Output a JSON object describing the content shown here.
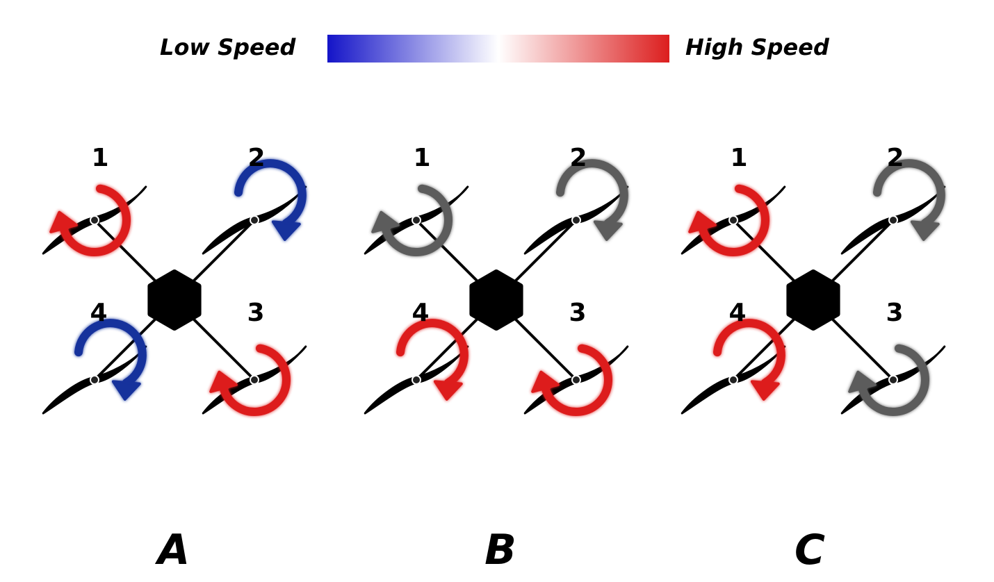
{
  "legend": {
    "low_label": "Low Speed",
    "high_label": "High Speed",
    "low_color": "#1414c8",
    "mid_color": "#ffffff",
    "high_color": "#dc1e1e"
  },
  "colors": {
    "high": "#dd1c1c",
    "low": "#13309c",
    "neutral": "#5c5c5c",
    "frame": "#000000"
  },
  "panels": [
    {
      "label": "A",
      "motors": [
        {
          "number": "1",
          "speed": "high",
          "spin": "ccw"
        },
        {
          "number": "2",
          "speed": "low",
          "spin": "cw"
        },
        {
          "number": "3",
          "speed": "high",
          "spin": "ccw"
        },
        {
          "number": "4",
          "speed": "low",
          "spin": "cw"
        }
      ]
    },
    {
      "label": "B",
      "motors": [
        {
          "number": "1",
          "speed": "neutral",
          "spin": "ccw"
        },
        {
          "number": "2",
          "speed": "neutral",
          "spin": "cw"
        },
        {
          "number": "3",
          "speed": "high",
          "spin": "ccw"
        },
        {
          "number": "4",
          "speed": "high",
          "spin": "cw"
        }
      ]
    },
    {
      "label": "C",
      "motors": [
        {
          "number": "1",
          "speed": "high",
          "spin": "ccw"
        },
        {
          "number": "2",
          "speed": "neutral",
          "spin": "cw"
        },
        {
          "number": "3",
          "speed": "neutral",
          "spin": "ccw"
        },
        {
          "number": "4",
          "speed": "high",
          "spin": "cw"
        }
      ]
    }
  ]
}
